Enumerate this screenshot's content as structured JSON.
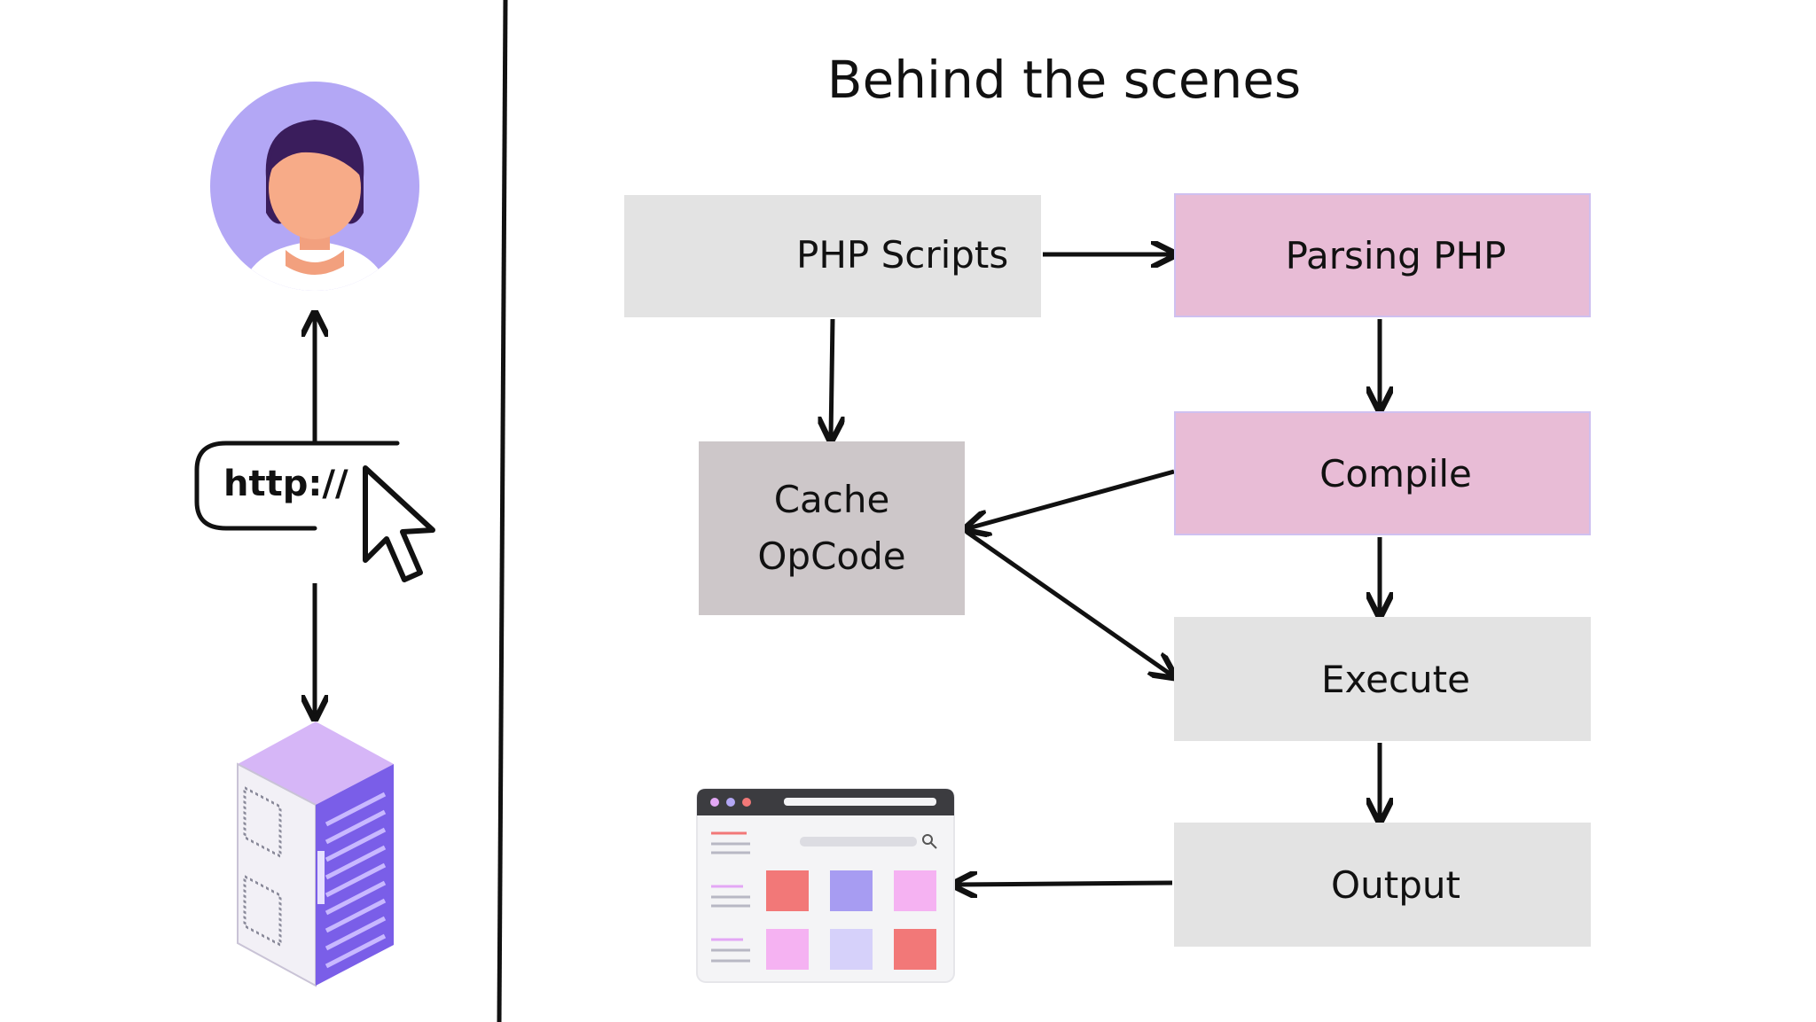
{
  "title": "Behind the scenes",
  "left_panel": {
    "url_text": "http://"
  },
  "flow": {
    "php_scripts": "PHP Scripts",
    "parsing": "Parsing PHP",
    "compile": "Compile",
    "cache_line1": "Cache",
    "cache_line2": "OpCode",
    "execute": "Execute",
    "output": "Output"
  },
  "icons": {
    "user": "user-avatar-icon",
    "cursor": "mouse-cursor-icon",
    "server": "server-rack-icon",
    "code": "code-brackets-icon",
    "browser": "browser-window-icon"
  },
  "colors": {
    "grey_box": "#e3e3e3",
    "pink_box": "#e8bcd6",
    "cache_box": "#cdc7c9",
    "purple_accent": "#b3a7f5",
    "server_purple": "#7a5ee8"
  }
}
